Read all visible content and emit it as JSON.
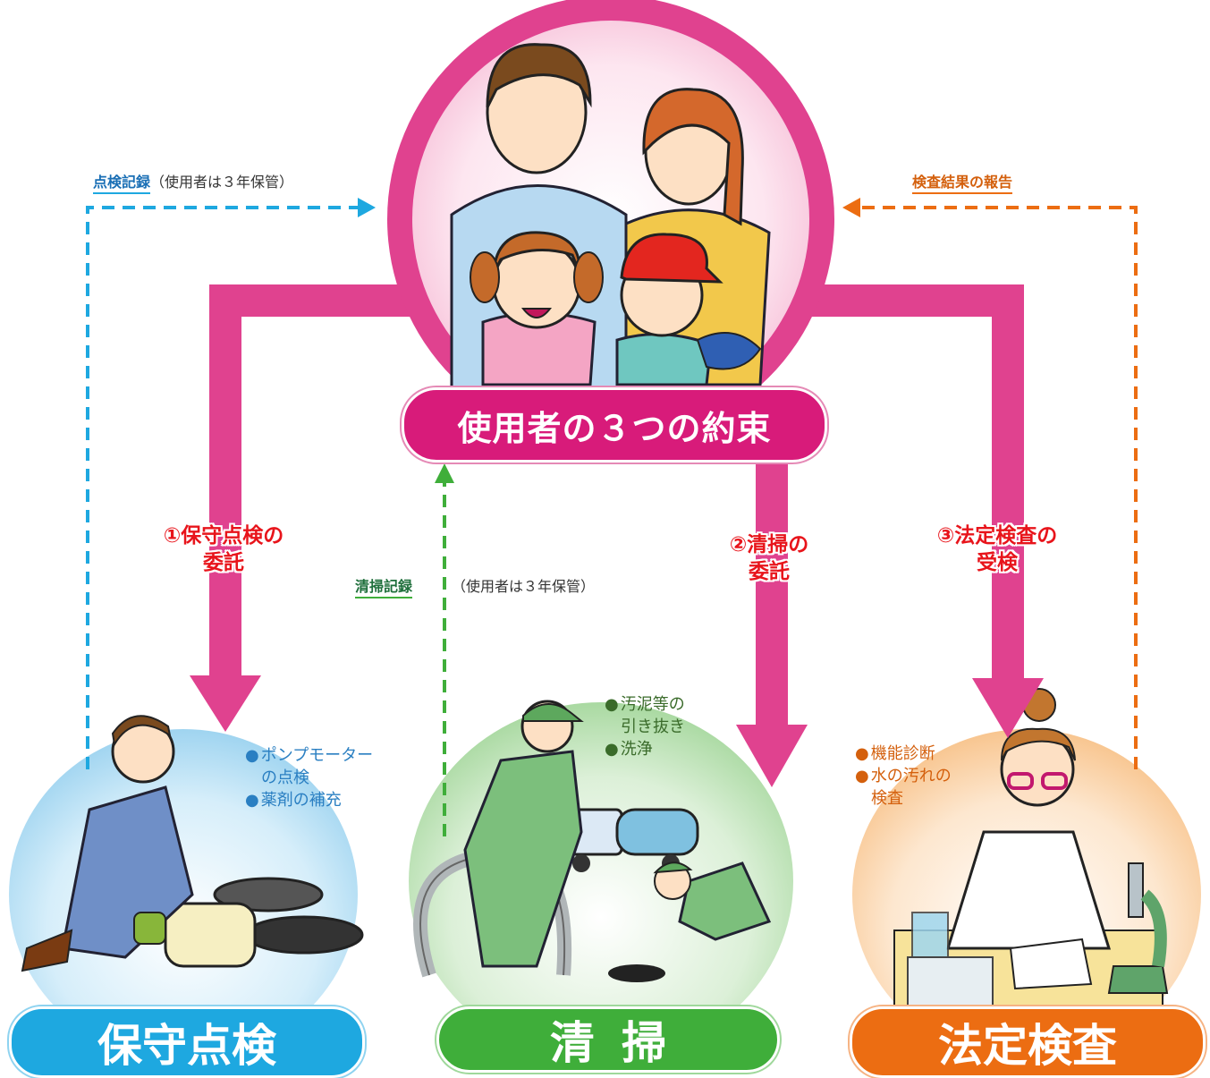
{
  "center": {
    "title": "使用者の３つの約束"
  },
  "records": {
    "maintenance": {
      "key": "点検記録",
      "note": "（使用者は３年保管）"
    },
    "inspection": {
      "key": "検査結果の報告"
    },
    "cleaning": {
      "key": "清掃記録",
      "note": "（使用者は３年保管）"
    }
  },
  "promises": [
    {
      "line1": "①保守点検の",
      "line2": "委託"
    },
    {
      "line1": "②清掃の",
      "line2": "委託"
    },
    {
      "line1": "③法定検査の",
      "line2": "受検"
    }
  ],
  "tasks": {
    "maintenance": {
      "bullet": "●",
      "items": [
        {
          "line1": "ポンプモーター",
          "line2": "の点検"
        },
        {
          "line1": "薬剤の補充"
        }
      ]
    },
    "cleaning": {
      "bullet": "●",
      "items": [
        {
          "line1": "汚泥等の",
          "line2": "引き抜き"
        },
        {
          "line1": "洗浄"
        }
      ]
    },
    "inspection": {
      "bullet": "●",
      "items": [
        {
          "line1": "機能診断"
        },
        {
          "line1": "水の汚れの",
          "line2": "検査"
        }
      ]
    }
  },
  "sections": {
    "maintenance": "保守点検",
    "cleaning": "清掃",
    "inspection": "法定検査"
  },
  "colors": {
    "pink": "#e0428f",
    "magenta": "#d81b7a",
    "blue": "#1ea8e0",
    "green": "#3fae3a",
    "orange": "#ec6d12",
    "red_text": "#e8141b"
  }
}
